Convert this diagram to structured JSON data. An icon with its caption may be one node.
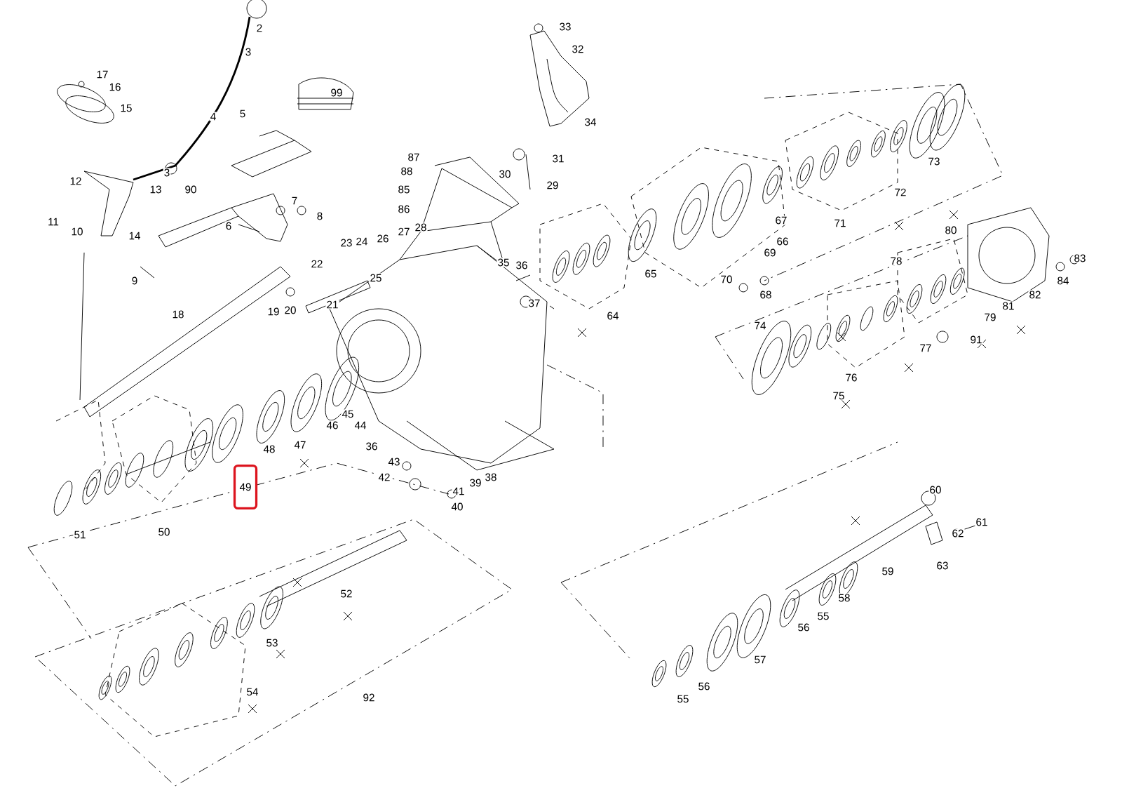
{
  "diagram": {
    "nodes": [
      {
        "text": [
          "49"
        ]
      }
    ],
    "labels": [
      "2",
      "3",
      "17",
      "16",
      "15",
      "4",
      "99",
      "5",
      "3",
      "12",
      "13",
      "90",
      "11",
      "10",
      "14",
      "7",
      "8",
      "6",
      "9",
      "18",
      "19",
      "20",
      "21",
      "22",
      "23",
      "24",
      "25",
      "26",
      "27",
      "28",
      "33",
      "32",
      "34",
      "87",
      "88",
      "85",
      "86",
      "31",
      "30",
      "29",
      "35",
      "36",
      "37",
      "65",
      "64",
      "70",
      "69",
      "68",
      "67",
      "66",
      "71",
      "72",
      "73",
      "74",
      "75",
      "76",
      "77",
      "78",
      "79",
      "80",
      "81",
      "82",
      "83",
      "84",
      "91",
      "48",
      "47",
      "46",
      "45",
      "44",
      "36",
      "43",
      "42",
      "41",
      "40",
      "39",
      "38",
      "51",
      "50",
      "52",
      "53",
      "54",
      "92",
      "60",
      "61",
      "62",
      "63",
      "59",
      "58",
      "55",
      "56",
      "57",
      "56",
      "55"
    ]
  }
}
